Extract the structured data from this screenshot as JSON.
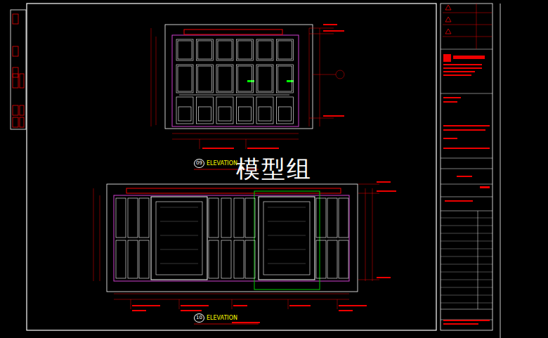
{
  "diagram": {
    "nodes": [
      {
        "text": [
          "09",
          "ELEVATION"
        ]
      },
      {
        "text": [
          "10",
          "ELEVATION"
        ]
      }
    ],
    "labels": [
      "模型组"
    ]
  }
}
